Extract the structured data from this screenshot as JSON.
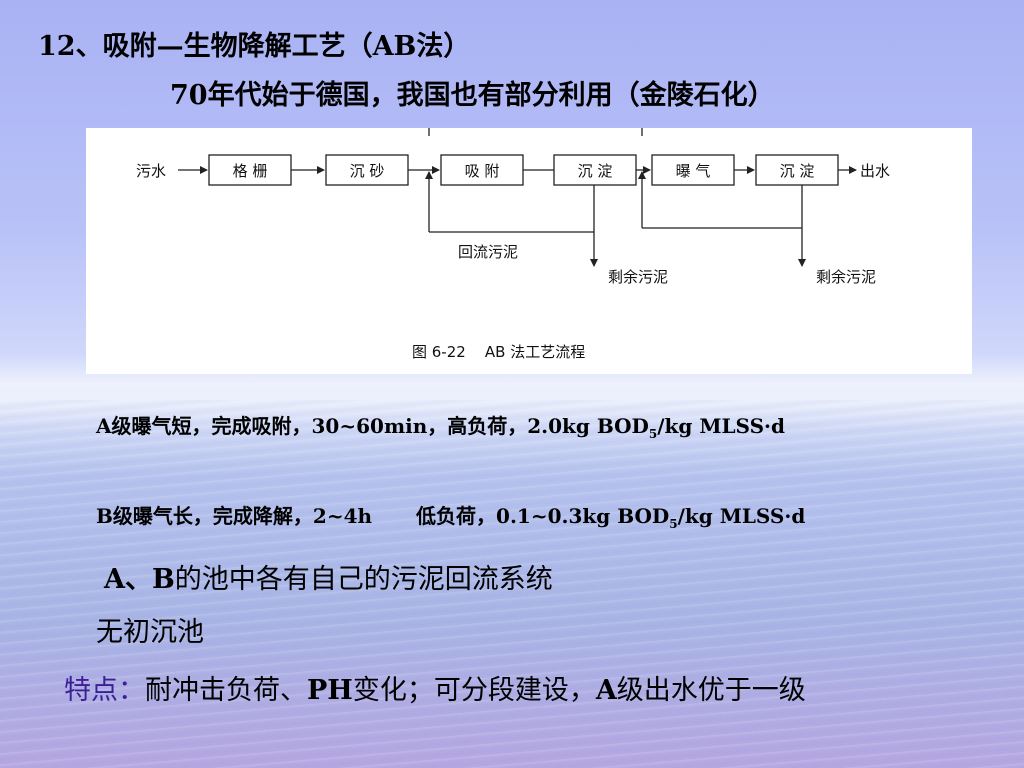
{
  "slide": {
    "title": "12、吸附—生物降解工艺（AB法）",
    "subtitle": "70年代始于德国，我国也有部分利用（金陵石化）"
  },
  "diagram": {
    "input": "污水",
    "steps": [
      "格 栅",
      "沉 砂",
      "吸 附",
      "沉 淀",
      "曝 气",
      "沉 淀"
    ],
    "output": "出水",
    "return_sludge": "回流污泥",
    "excess_sludge_1": "剩余污泥",
    "excess_sludge_2": "剩余污泥",
    "caption": "图 6-22    AB 法工艺流程"
  },
  "body": {
    "line_a": {
      "text": "A级曝气短，完成吸附，30~60min，高负荷，2.0kg BOD",
      "sub": "5",
      "tail": "/kg MLSS·d"
    },
    "line_b": {
      "text": "B级曝气长，完成降解，2~4h",
      "text2": "低负荷，0.1~0.3kg BOD",
      "sub": "5",
      "tail": "/kg MLSS·d"
    },
    "point_1_a": "A、B",
    "point_1_b": "的池中各有自己的污泥回流系统",
    "point_2": "无初沉池",
    "features_label": "特点：",
    "features_text_1": "耐冲击负荷、",
    "features_text_2": "PH",
    "features_text_3": "变化；可分段建设，",
    "features_text_4": "A",
    "features_text_5": "级出水优于一级"
  }
}
